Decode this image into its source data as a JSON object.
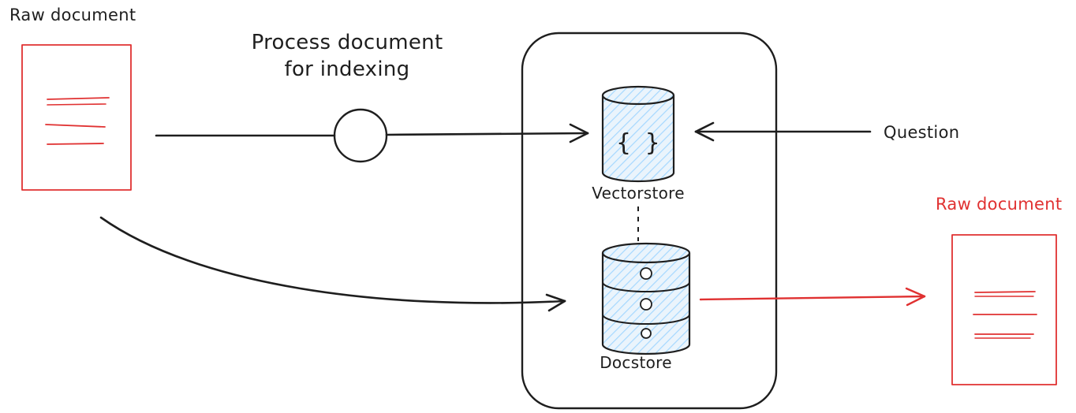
{
  "diagram": {
    "labels": {
      "raw_document_left": "Raw document",
      "process_line1": "Process document",
      "process_line2": "for indexing",
      "vectorstore": "Vectorstore",
      "docstore": "Docstore",
      "question": "Question",
      "raw_document_right": "Raw document",
      "braces": "{ }"
    },
    "colors": {
      "ink": "#1e1e1e",
      "red": "#e03131",
      "cylinder_fill": "#eaf4fc",
      "cylinder_hatch": "#a5d8ff"
    }
  }
}
